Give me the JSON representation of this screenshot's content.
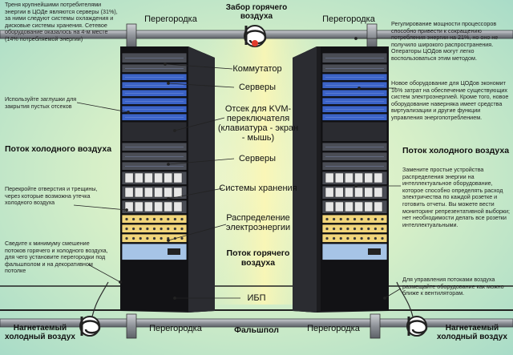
{
  "top": {
    "fence_label": "Забор горячего воздуха",
    "partition_left": "Перегородка",
    "partition_right": "Перегородка"
  },
  "left_notes": {
    "note1": "Треня крупнейшими потребителями энергии в ЦОДе являются серверы (31%), за ними следуют системы охлаждения и дисковые системы хранения. Сетевое оборудование оказалось на 4-м месте (14% потребляемой энергии)",
    "note2": "Используйте заглушки для закрытия пустых отсеков",
    "cold_flow": "Поток холодного воздуха",
    "note3": "Перекройте отверстия и трещины, через которые возможна утечка холодного воздуха",
    "note4": "Сведите к минимуму смешение потоков горячего и холодного воздуха, для чего установите перегородки под фальшполом и на декоративном потолке"
  },
  "right_notes": {
    "note1": "Регулирование мощности процессоров способно привести к сокращению потребления энергии на 21%, но оно не получило широкого распространения. Операторы ЦОДов могут легко воспользоваться этим методом.",
    "note2": "Новое оборудование для ЦОДов экономит 16% затрат на обеспечение существующих систем электроэнергией. Кроме того, новое оборудование наверняка имеет средства виртуализации и другие функции управления энергопотреблением.",
    "cold_flow": "Поток холодного воздуха",
    "note3": "Замените простые устройства распределения энергии на интеллектуальное оборудование, которое способно определять расход электричества по каждой розетке и готовить отчеты. Вы можете вести мониторинг репрезентативной выборки; нет необходимости делать все розетки интеллектуальными.",
    "note4": "Для управления потоками воздуха размещайте оборудование как можно ближе к вентиляторам."
  },
  "center_labels": {
    "switch": "Коммутатор",
    "servers1": "Серверы",
    "kvm": "Отсек для KVM-переключателя (клавиатура - экран - мышь)",
    "servers2": "Серверы",
    "storage": "Системы хранения",
    "power": "Распределение электроэнергии",
    "hot_flow": "Поток горячего воздуха",
    "ups": "ИБП"
  },
  "bottom": {
    "partition_left": "Перегородка",
    "raised_floor": "Фальшпол",
    "partition_right": "Перегородка",
    "supply_left": "Нагнетаемый холодный воздух",
    "supply_right": "Нагнетаемый холодный воздух"
  },
  "colors": {
    "rack_dark": "#1c1c1f",
    "server_blue": "#3b63c7",
    "server_gray": "#4a4d55",
    "ups_blue": "#a6c4e6",
    "pdu_yellow": "#f1d57a",
    "fan_red": "#e23b2c",
    "pipe_gray": "#8f9399"
  }
}
